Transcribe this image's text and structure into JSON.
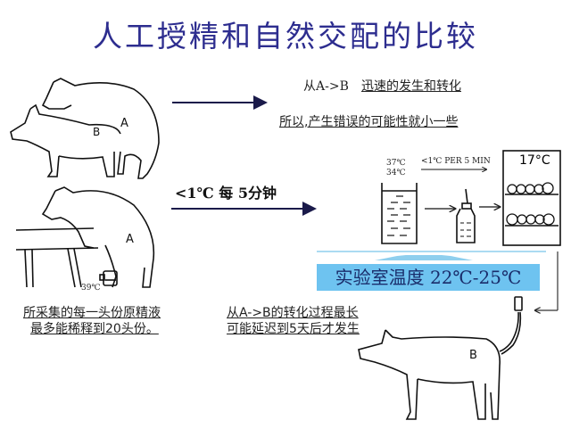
{
  "title": "人工授精和自然交配的比较",
  "natural_mating": {
    "line1_prefix": "从A->B",
    "line1_suffix": "迅速的发生和转化",
    "line2": "所以,产生错误的可能性就小一些",
    "labels": {
      "boar": "A",
      "sow": "B"
    }
  },
  "artificial": {
    "cooling_rate": "<1℃ 每 5分钟",
    "boar_label": "A",
    "collection_temp": "39℃",
    "dilution_note_line1": "所采集的每一头份原精液",
    "dilution_note_line2": "最多能稀释到20头份。",
    "process_note_line1": "从A->B的转化过程最长",
    "process_note_line2": "可能延迟到5天后才发生",
    "sow_label": "B"
  },
  "process_diagram": {
    "temp_high": "37℃",
    "temp_low": "34℃",
    "rate_en": "<1℃ PER 5 MIN",
    "storage_temp": "17°C",
    "lab_temperature": "实验室温度 22℃-25℃"
  },
  "colors": {
    "title": "#2d2d8f",
    "arrow": "#1a1a4a",
    "lab_box": "#6ec3f0",
    "lab_text": "#1a2d6b",
    "light_line": "#8fcfee"
  }
}
